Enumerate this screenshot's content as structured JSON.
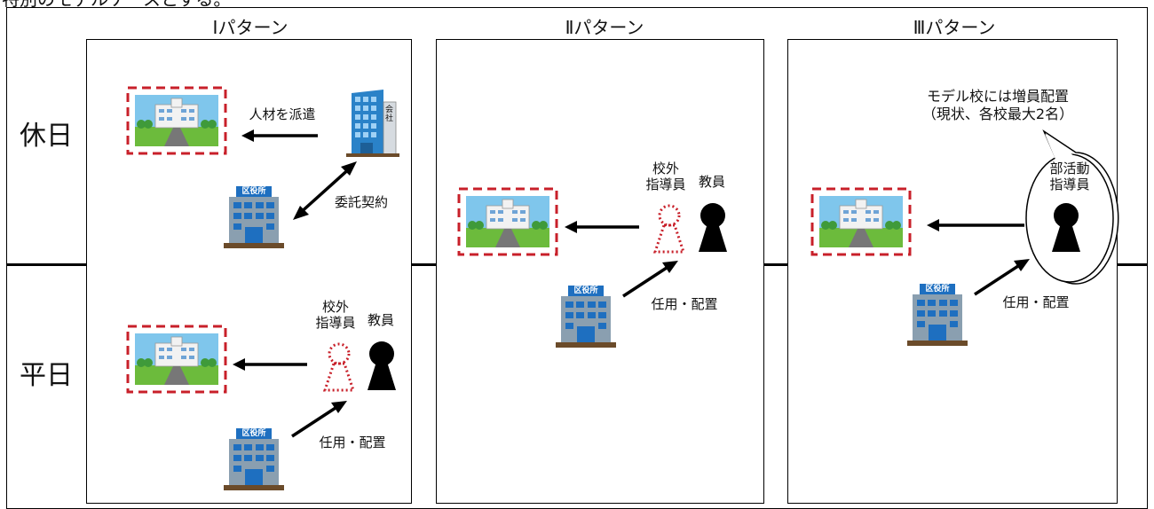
{
  "top_cut_text": "特別のモデルケースとする。",
  "row_labels": {
    "holiday": "休日",
    "weekday": "平日"
  },
  "patterns": [
    {
      "title": "Ⅰパターン",
      "dispatch_label": "人材を派遣",
      "contract_label": "委託契約",
      "outside_instructor_label": "校外\n指導員",
      "teacher_label": "教員",
      "appoint_label": "任用・配置",
      "office_sign": "区役所",
      "company_sign": "会社"
    },
    {
      "title": "Ⅱパターン",
      "outside_instructor_label": "校外\n指導員",
      "teacher_label": "教員",
      "appoint_label": "任用・配置",
      "office_sign": "区役所"
    },
    {
      "title": "Ⅲパターン",
      "model_note": "モデル校には増員配置\n（現状、各校最大2名）",
      "club_instructor_label": "部活動\n指導員",
      "appoint_label": "任用・配置",
      "office_sign": "区役所"
    }
  ],
  "colors": {
    "dashed_border": "#c8202a",
    "sky": "#7fc6ec",
    "grass": "#6cbb3c",
    "building_blue": "#2a82c8",
    "office_gray": "#8a9fb0"
  }
}
